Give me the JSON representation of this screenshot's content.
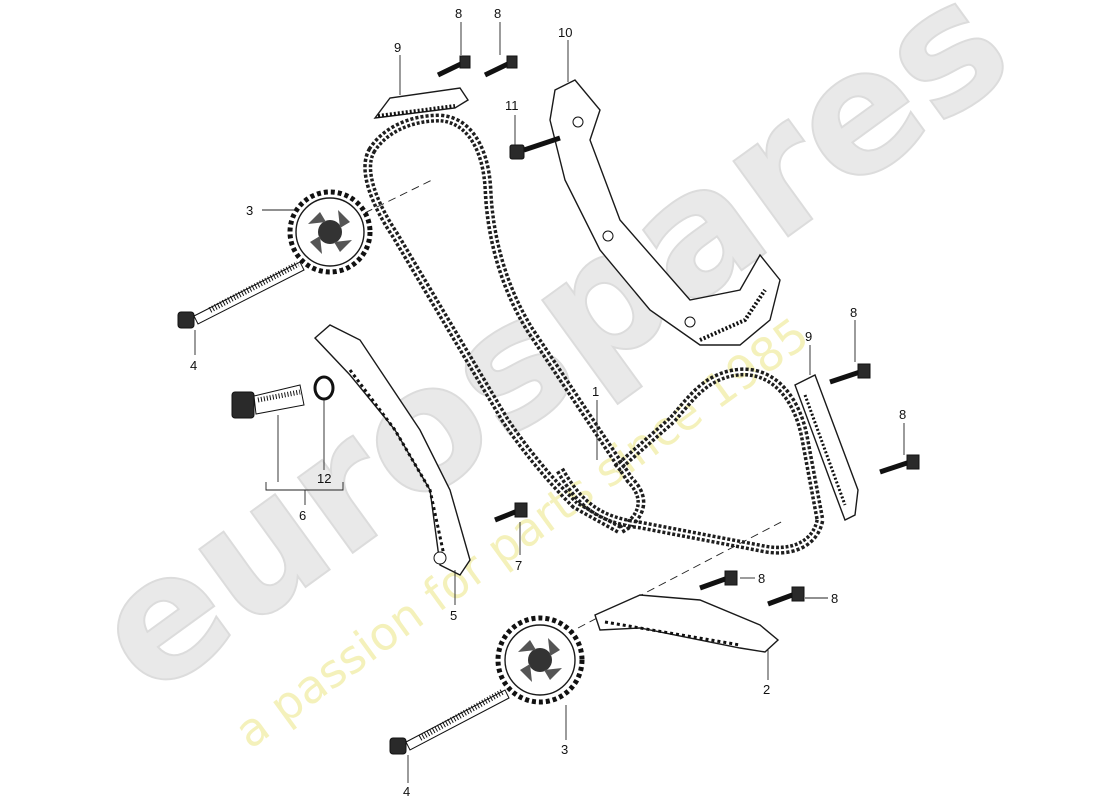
{
  "diagram": {
    "watermark": {
      "brand": "eurospares",
      "tagline": "a passion for parts since 1985"
    },
    "callouts": [
      {
        "id": "c8a",
        "text": "8"
      },
      {
        "id": "c8b",
        "text": "8"
      },
      {
        "id": "c9a",
        "text": "9"
      },
      {
        "id": "c10",
        "text": "10"
      },
      {
        "id": "c11",
        "text": "11"
      },
      {
        "id": "c3a",
        "text": "3"
      },
      {
        "id": "c4a",
        "text": "4"
      },
      {
        "id": "c12",
        "text": "12"
      },
      {
        "id": "c6",
        "text": "6"
      },
      {
        "id": "c5",
        "text": "5"
      },
      {
        "id": "c7",
        "text": "7"
      },
      {
        "id": "c1",
        "text": "1"
      },
      {
        "id": "c9b",
        "text": "9"
      },
      {
        "id": "c8c",
        "text": "8"
      },
      {
        "id": "c8d",
        "text": "8"
      },
      {
        "id": "c8e",
        "text": "8"
      },
      {
        "id": "c8f",
        "text": "8"
      },
      {
        "id": "c2",
        "text": "2"
      },
      {
        "id": "c3b",
        "text": "3"
      },
      {
        "id": "c4b",
        "text": "4"
      }
    ]
  }
}
